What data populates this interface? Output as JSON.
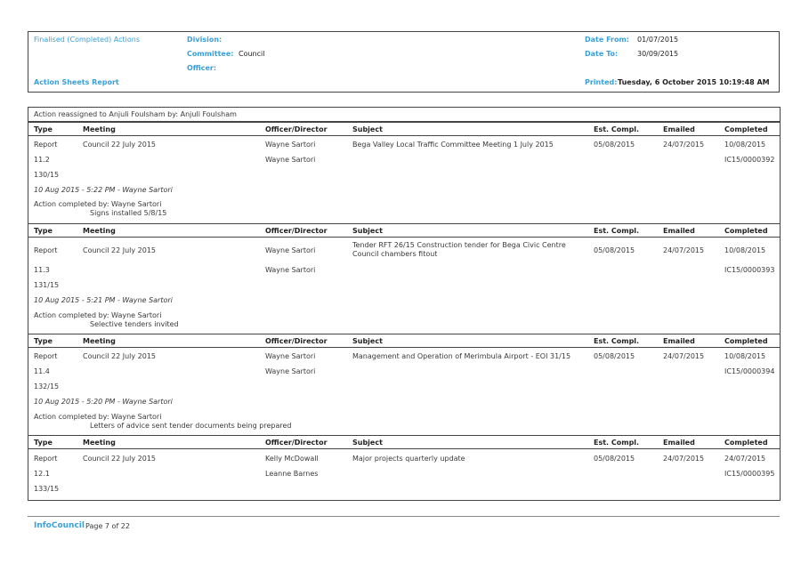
{
  "header": {
    "report_type": "Finalised (Completed) Actions",
    "report_name": "Action Sheets Report",
    "division_label": "Division:",
    "division_value": "",
    "committee_label": "Committee:",
    "committee_value": "Council",
    "officer_label": "Officer:",
    "officer_value": "",
    "date_from_label": "Date From:",
    "date_from_value": "01/07/2015",
    "date_to_label": "Date To:",
    "date_to_value": "30/09/2015",
    "printed_label": "Printed:",
    "printed_value": "Tuesday, 6 October 2015  10:19:48 AM"
  },
  "reassign_note": "Action reassigned to Anjuli Foulsham by: Anjuli Foulsham",
  "columns": {
    "type": "Type",
    "meeting": "Meeting",
    "officer": "Officer/Director",
    "subject": "Subject",
    "est": "Est. Compl.",
    "emailed": "Emailed",
    "completed": "Completed"
  },
  "records": [
    {
      "type": "Report",
      "meeting": "Council 22 July 2015",
      "officer1": "Wayne Sartori",
      "officer2": "Wayne Sartori",
      "subject": "Bega Valley Local Traffic Committee Meeting 1 July 2015",
      "est": "05/08/2015",
      "emailed": "24/07/2015",
      "completed": "10/08/2015",
      "doc_ref": "IC15/0000392",
      "item": "11.2",
      "res": "130/15",
      "log": "10 Aug 2015 - 5:22 PM - Wayne Sartori",
      "action_by": "Action completed by: Wayne Sartori",
      "action_note": "Signs installed 5/8/15"
    },
    {
      "type": "Report",
      "meeting": "Council 22 July 2015",
      "officer1": "Wayne Sartori",
      "officer2": "Wayne Sartori",
      "subject": "Tender RFT 26/15 Construction tender for Bega Civic Centre Council chambers fitout",
      "est": "05/08/2015",
      "emailed": "24/07/2015",
      "completed": "10/08/2015",
      "doc_ref": "IC15/0000393",
      "item": "11.3",
      "res": "131/15",
      "log": "10 Aug 2015 - 5:21 PM - Wayne Sartori",
      "action_by": "Action completed by: Wayne Sartori",
      "action_note": "Selective tenders invited"
    },
    {
      "type": "Report",
      "meeting": "Council 22 July 2015",
      "officer1": "Wayne Sartori",
      "officer2": "Wayne Sartori",
      "subject": "Management and Operation of Merimbula Airport - EOI 31/15",
      "est": "05/08/2015",
      "emailed": "24/07/2015",
      "completed": "10/08/2015",
      "doc_ref": "IC15/0000394",
      "item": "11.4",
      "res": "132/15",
      "log": "10 Aug 2015 - 5:20 PM - Wayne Sartori",
      "action_by": "Action completed by: Wayne Sartori",
      "action_note": "Letters of advice sent tender documents being prepared"
    },
    {
      "type": "Report",
      "meeting": "Council 22 July 2015",
      "officer1": "Kelly McDowall",
      "officer2": "Leanne Barnes",
      "subject": "Major projects quarterly update",
      "est": "05/08/2015",
      "emailed": "24/07/2015",
      "completed": "24/07/2015",
      "doc_ref": "IC15/0000395",
      "item": "12.1",
      "res": "133/15"
    }
  ],
  "footer": {
    "brand": "InfoCouncil",
    "page": "Page 7 of 22"
  }
}
